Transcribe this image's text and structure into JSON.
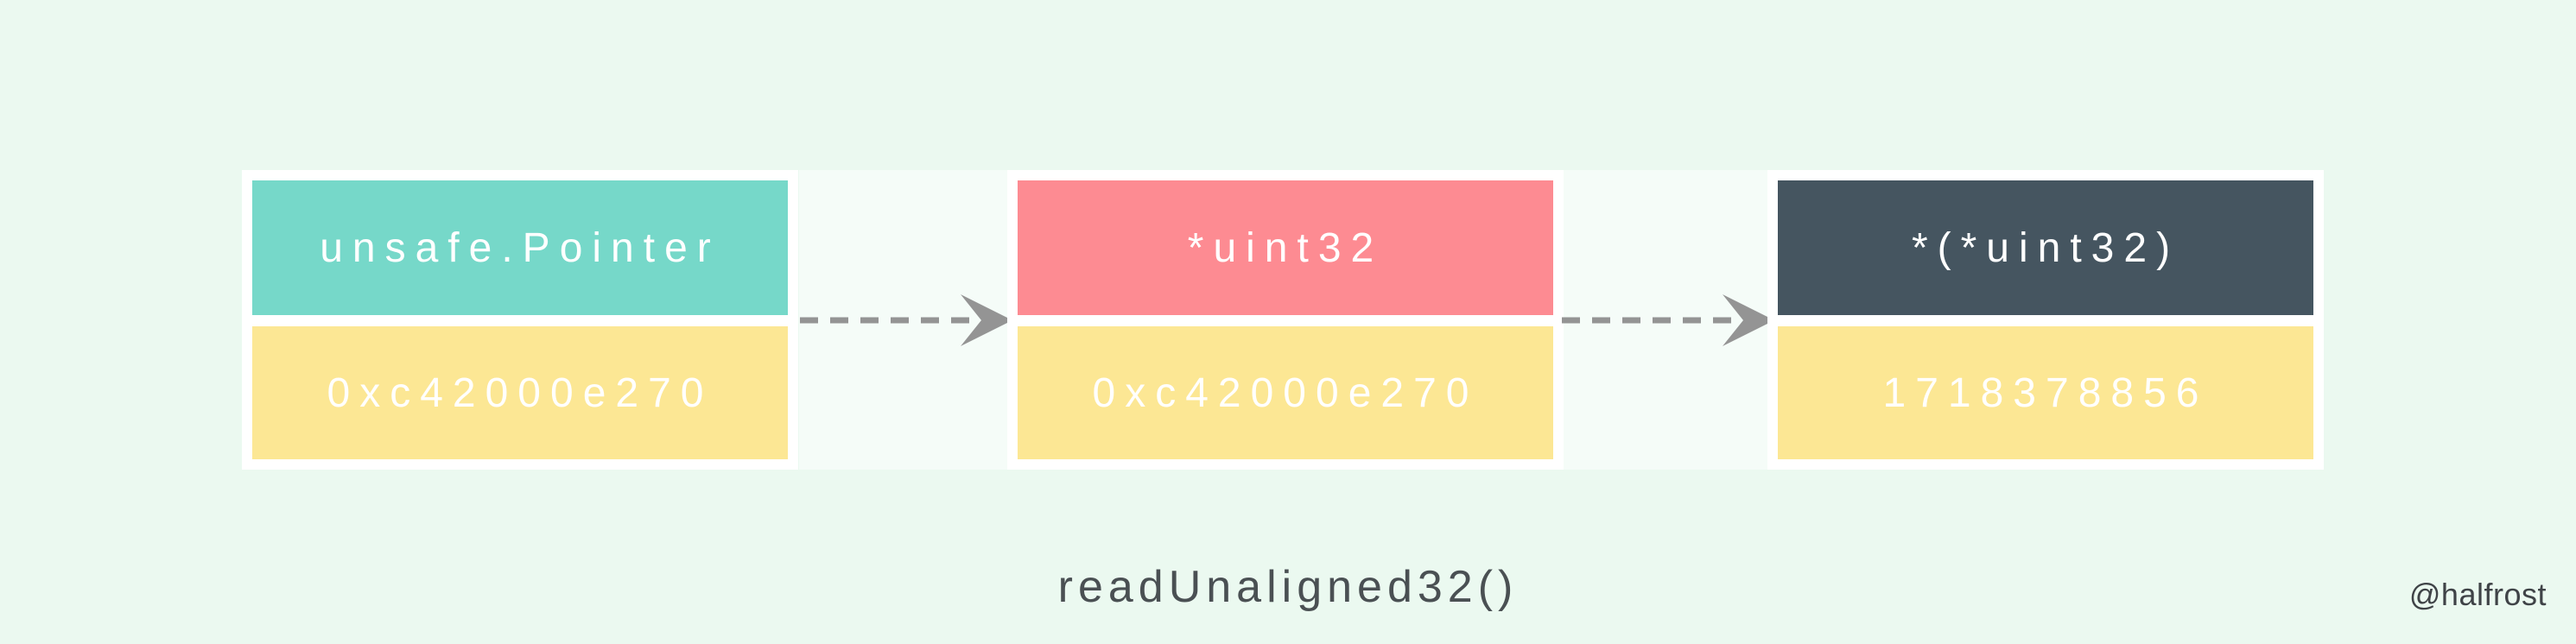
{
  "page": {
    "background_color": "#ebf9f0"
  },
  "diagram": {
    "caption": "readUnaligned32()",
    "caption_color": "#4a5053",
    "watermark": "@halfrost",
    "watermark_color": "#3f4347",
    "value_color": "#fce794",
    "text_color": "#ffffff",
    "boxes": [
      {
        "id": "unsafe-pointer",
        "header": "unsafe.Pointer",
        "header_color": "#76d8c9",
        "value": "0xc42000e270"
      },
      {
        "id": "uint32-pointer",
        "header": "*uint32",
        "header_color": "#fd8b92",
        "value": "0xc42000e270"
      },
      {
        "id": "uint32-dereferenced",
        "header": "*(*uint32)",
        "header_color": "#455560",
        "value": "1718378856"
      }
    ],
    "arrows": [
      {
        "from": "unsafe-pointer",
        "to": "uint32-pointer",
        "style": "dashed"
      },
      {
        "from": "uint32-pointer",
        "to": "uint32-dereferenced",
        "style": "dashed"
      }
    ],
    "arrow_color": "#949494"
  }
}
